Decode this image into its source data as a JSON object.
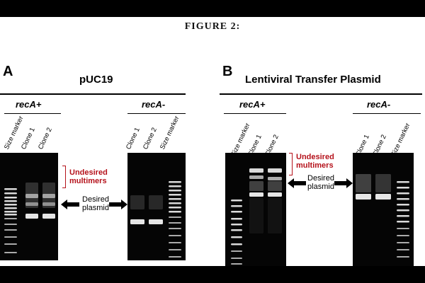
{
  "figure_title": "FIGURE 2:",
  "panels": [
    {
      "letter": "A",
      "title": "pUC19",
      "recA_plus": {
        "strain": "recA+",
        "lanes": [
          "Size marker",
          "Clone 1",
          "Clone 2"
        ]
      },
      "recA_minus": {
        "strain": "recA-",
        "lanes": [
          "Clone 1",
          "Clone 2",
          "Size marker"
        ]
      },
      "annotation_multimers": [
        "Undesired",
        "multimers"
      ],
      "annotation_desired": [
        "Desired",
        "plasmid"
      ]
    },
    {
      "letter": "B",
      "title": "Lentiviral  Transfer Plasmid",
      "recA_plus": {
        "strain": "recA+",
        "lanes": [
          "Size marker",
          "Clone 1",
          "Clone 2"
        ]
      },
      "recA_minus": {
        "strain": "recA-",
        "lanes": [
          "Clone 1",
          "Clone 2",
          "Size marker"
        ]
      },
      "annotation_multimers": [
        "Undesired",
        "multimers"
      ],
      "annotation_desired": [
        "Desired",
        "plasmid"
      ]
    }
  ],
  "colors": {
    "annotation_red": "#b5121b",
    "gel_background": "#050505",
    "band": "#f2f2f2"
  }
}
